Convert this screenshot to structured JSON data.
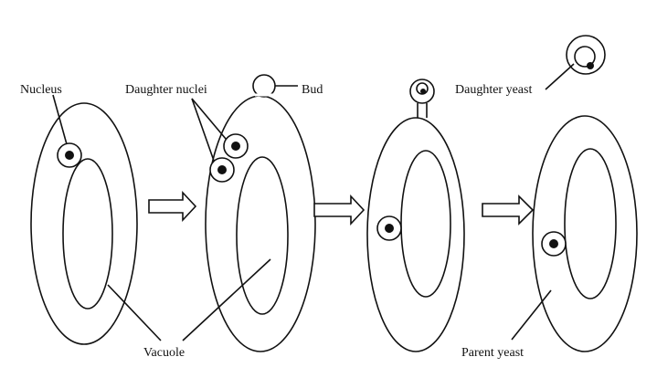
{
  "labels": {
    "nucleus": "Nucleus",
    "daughter_nuclei": "Daughter nuclei",
    "bud": "Bud",
    "daughter_yeast": "Daughter yeast",
    "vacuole": "Vacuole",
    "parent_yeast": "Parent yeast"
  },
  "colors": {
    "line": "#111111",
    "background": "#ffffff"
  }
}
